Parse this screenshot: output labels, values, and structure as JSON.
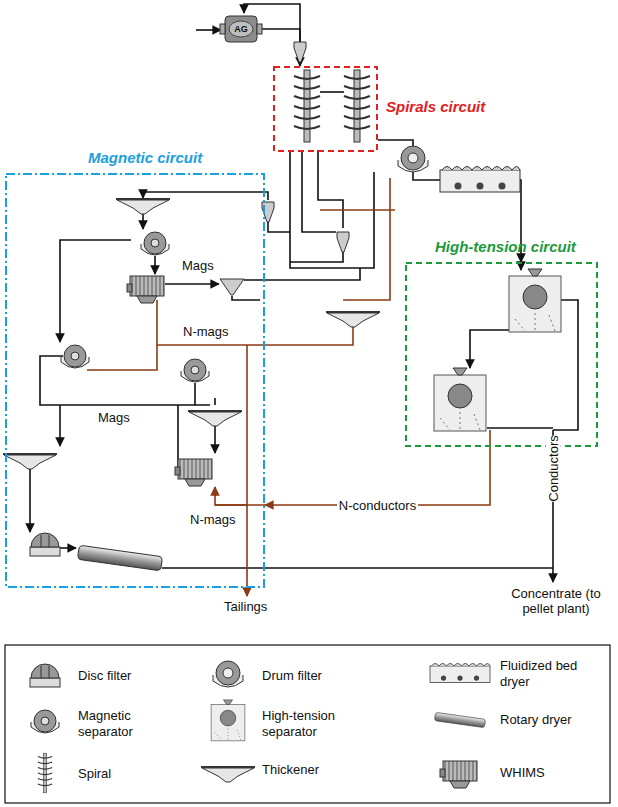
{
  "diagram": {
    "nodes": [
      {
        "text": [
          "AG"
        ]
      },
      {
        "text": [
          "Spirals circuit"
        ]
      },
      {
        "text": [
          "Magnetic circuit"
        ]
      },
      {
        "text": [
          "High-tension circuit"
        ]
      }
    ],
    "edges": [
      {
        "from": 0,
        "to": 1,
        "arrow": "to"
      },
      {
        "from": 1,
        "to": 3,
        "arrow": "to"
      },
      {
        "from": 3,
        "to": 2,
        "label": "N-conductors",
        "arrow": "to"
      }
    ],
    "labels": [
      "Mags",
      "N-mags",
      "Mags",
      "N-mags",
      "Conductors",
      "Tailings",
      "Concentrate (to pellet plant)"
    ],
    "legend": [
      {
        "text": "Disc filter"
      },
      {
        "text": "Drum filter"
      },
      {
        "text": "Fluidized bed dryer"
      },
      {
        "text": "Magnetic separator"
      },
      {
        "text": "High-tension separator"
      },
      {
        "text": "Rotary dryer"
      },
      {
        "text": "Spiral"
      },
      {
        "text": "Thickener"
      },
      {
        "text": "WHIMS"
      }
    ]
  }
}
